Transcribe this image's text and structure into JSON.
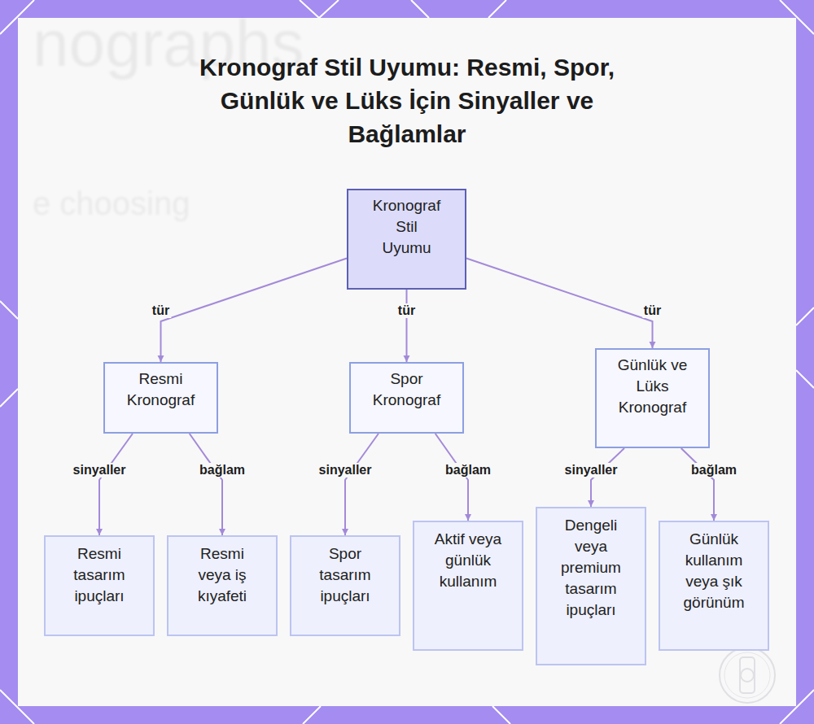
{
  "diagram": {
    "title": "Kronograf Stil Uyumu: Resmi, Spor, Günlük ve Lüks İçin Sinyaller ve Bağlamlar",
    "nodes": [
      {
        "text": [
          "Kronograf Stil Uyumu"
        ]
      },
      {
        "text": [
          "Resmi Kronograf"
        ]
      },
      {
        "text": [
          "Spor Kronograf"
        ]
      },
      {
        "text": [
          "Günlük ve Lüks Kronograf"
        ]
      },
      {
        "text": [
          "Resmi tasarım ipuçları"
        ]
      },
      {
        "text": [
          "Resmi veya iş kıyafeti"
        ]
      },
      {
        "text": [
          "Spor tasarım ipuçları"
        ]
      },
      {
        "text": [
          "Aktif veya günlük kullanım"
        ]
      },
      {
        "text": [
          "Dengeli veya premium tasarım ipuçları"
        ]
      },
      {
        "text": [
          "Günlük kullanım veya şık görünüm"
        ]
      }
    ],
    "edges": [
      {
        "from": 0,
        "to": 1,
        "label": "tür",
        "arrow": "to"
      },
      {
        "from": 0,
        "to": 2,
        "label": "tür",
        "arrow": "to"
      },
      {
        "from": 0,
        "to": 3,
        "label": "tür",
        "arrow": "to"
      },
      {
        "from": 1,
        "to": 4,
        "label": "sinyaller",
        "arrow": "to"
      },
      {
        "from": 1,
        "to": 5,
        "label": "bağlam",
        "arrow": "to"
      },
      {
        "from": 2,
        "to": 6,
        "label": "sinyaller",
        "arrow": "to"
      },
      {
        "from": 2,
        "to": 7,
        "label": "bağlam",
        "arrow": "to"
      },
      {
        "from": 3,
        "to": 8,
        "label": "sinyaller",
        "arrow": "to"
      },
      {
        "from": 3,
        "to": 9,
        "label": "bağlam",
        "arrow": "to"
      }
    ],
    "labels": [
      "nographs",
      "e choosing"
    ]
  }
}
